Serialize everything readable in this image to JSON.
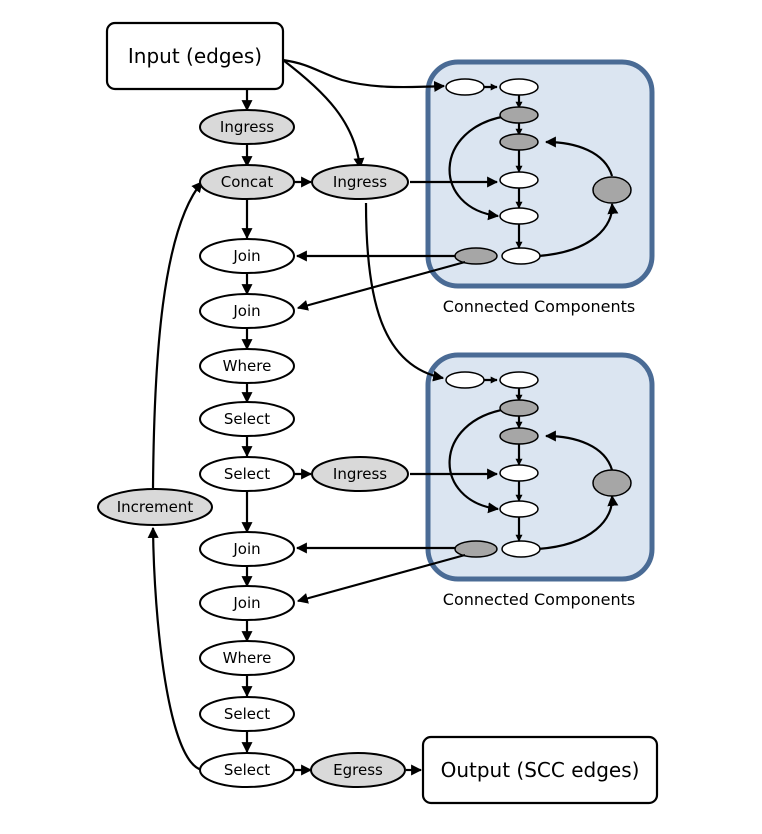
{
  "input_box": "Input (edges)",
  "output_box": "Output (SCC edges)",
  "nodes": {
    "ingress_top": "Ingress",
    "concat": "Concat",
    "ingress_mid": "Ingress",
    "join_1": "Join",
    "join_2": "Join",
    "where_1": "Where",
    "select_1": "Select",
    "select_2": "Select",
    "ingress_low": "Ingress",
    "increment": "Increment",
    "join_3": "Join",
    "join_4": "Join",
    "where_2": "Where",
    "select_3": "Select",
    "select_4": "Select",
    "egress": "Egress"
  },
  "captions": {
    "cc_top": "Connected Components",
    "cc_bottom": "Connected Components"
  }
}
